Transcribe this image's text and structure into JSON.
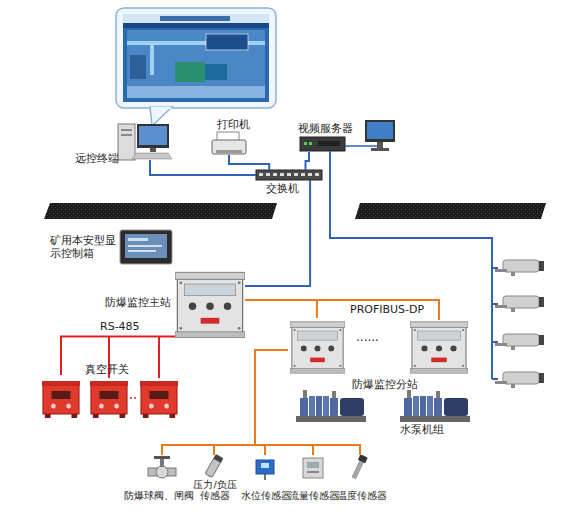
{
  "diagram": {
    "nodes": [
      {
        "text": [
          "远控终端"
        ]
      },
      {
        "text": [
          "打印机"
        ]
      },
      {
        "text": [
          "视频服务器"
        ]
      },
      {
        "text": [
          "交换机"
        ]
      },
      {
        "text": [
          "矿用本安型显示控制箱"
        ]
      },
      {
        "text": [
          "防爆监控主站"
        ]
      },
      {
        "text": [
          "真空开关"
        ]
      },
      {
        "text": [
          "防爆监控分站"
        ]
      },
      {
        "text": [
          "水泵机组"
        ]
      },
      {
        "text": [
          "防爆球阀、闸阀"
        ]
      },
      {
        "text": [
          "压力/负压传感器"
        ]
      },
      {
        "text": [
          "水位传感器"
        ]
      },
      {
        "text": [
          "流量传感器"
        ]
      },
      {
        "text": [
          "温度传感器"
        ]
      }
    ],
    "edges": [
      {
        "from": 0,
        "to": 3,
        "arrow": "none"
      },
      {
        "from": 1,
        "to": 3,
        "arrow": "none"
      },
      {
        "from": 2,
        "to": 3,
        "arrow": "none"
      },
      {
        "from": 3,
        "to": 5,
        "arrow": "none"
      },
      {
        "from": 5,
        "to": 6,
        "label": "RS-485",
        "arrow": "none"
      },
      {
        "from": 5,
        "to": 7,
        "label": "PROFIBUS-DP",
        "arrow": "none"
      },
      {
        "from": 7,
        "to": 9,
        "arrow": "none"
      },
      {
        "from": 7,
        "to": 10,
        "arrow": "none"
      },
      {
        "from": 7,
        "to": 11,
        "arrow": "none"
      },
      {
        "from": 7,
        "to": 12,
        "arrow": "none"
      },
      {
        "from": 7,
        "to": 13,
        "arrow": "none"
      }
    ],
    "labels": [
      "......"
    ]
  }
}
